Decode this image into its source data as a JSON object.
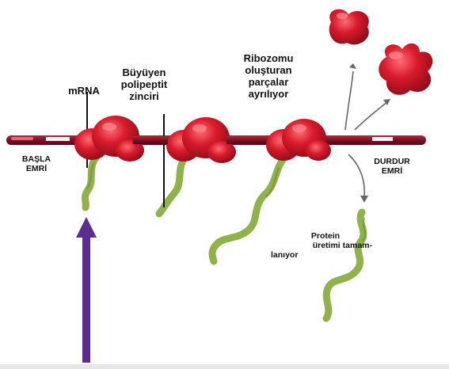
{
  "labels": {
    "mrna": "mRNA",
    "polypeptide": [
      "Büyüyen",
      "polipeptit",
      "zinciri"
    ],
    "ribosome": [
      "Ribozomu",
      "oluşturan",
      "parçalar",
      "ayrılıyor"
    ],
    "start": [
      "BAŞLA",
      "EMRİ"
    ],
    "stop": [
      "DURDUR",
      "EMRİ"
    ],
    "protein": [
      "Protein",
      "üretimi tamam-",
      "lanıyor"
    ]
  },
  "colors": {
    "mrna_strand": "#8a1426",
    "ribosome": "#c8102e",
    "polypeptide": "#8fb24a",
    "arrow": "#5b2d91",
    "text": "#111111"
  }
}
